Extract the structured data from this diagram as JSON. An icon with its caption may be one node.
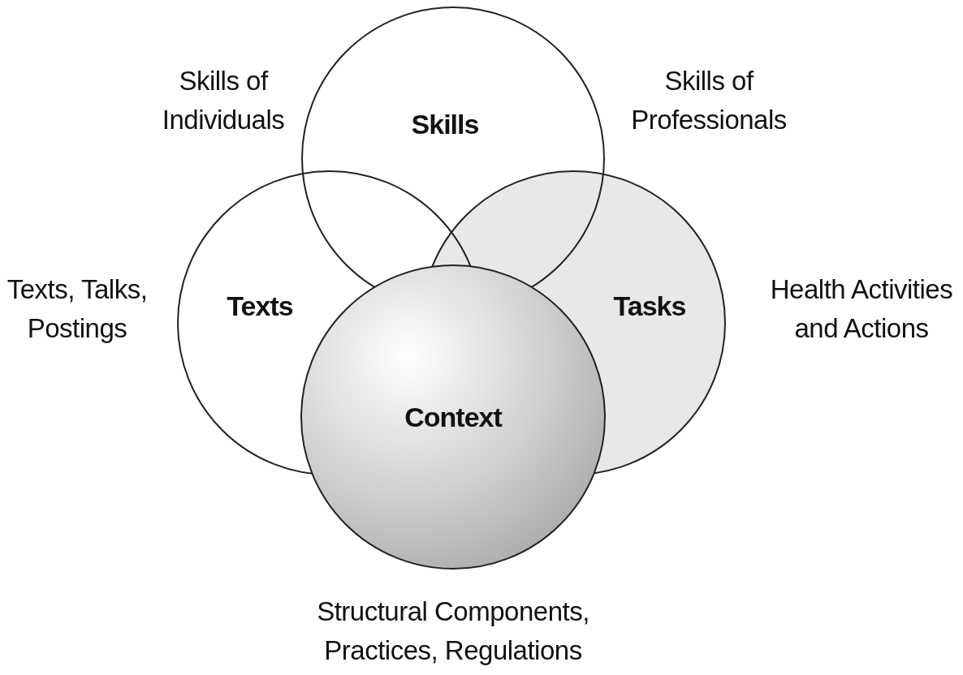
{
  "diagram": {
    "nodes": [
      {
        "text": [
          "Skills"
        ]
      },
      {
        "text": [
          "Texts"
        ]
      },
      {
        "text": [
          "Tasks"
        ]
      },
      {
        "text": [
          "Context"
        ]
      }
    ],
    "labels": [
      "Skills of Individuals",
      "Skills of Professionals",
      "Texts, Talks, Postings",
      "Health Activities and Actions",
      "Structural Components, Practices, Regulations"
    ]
  }
}
